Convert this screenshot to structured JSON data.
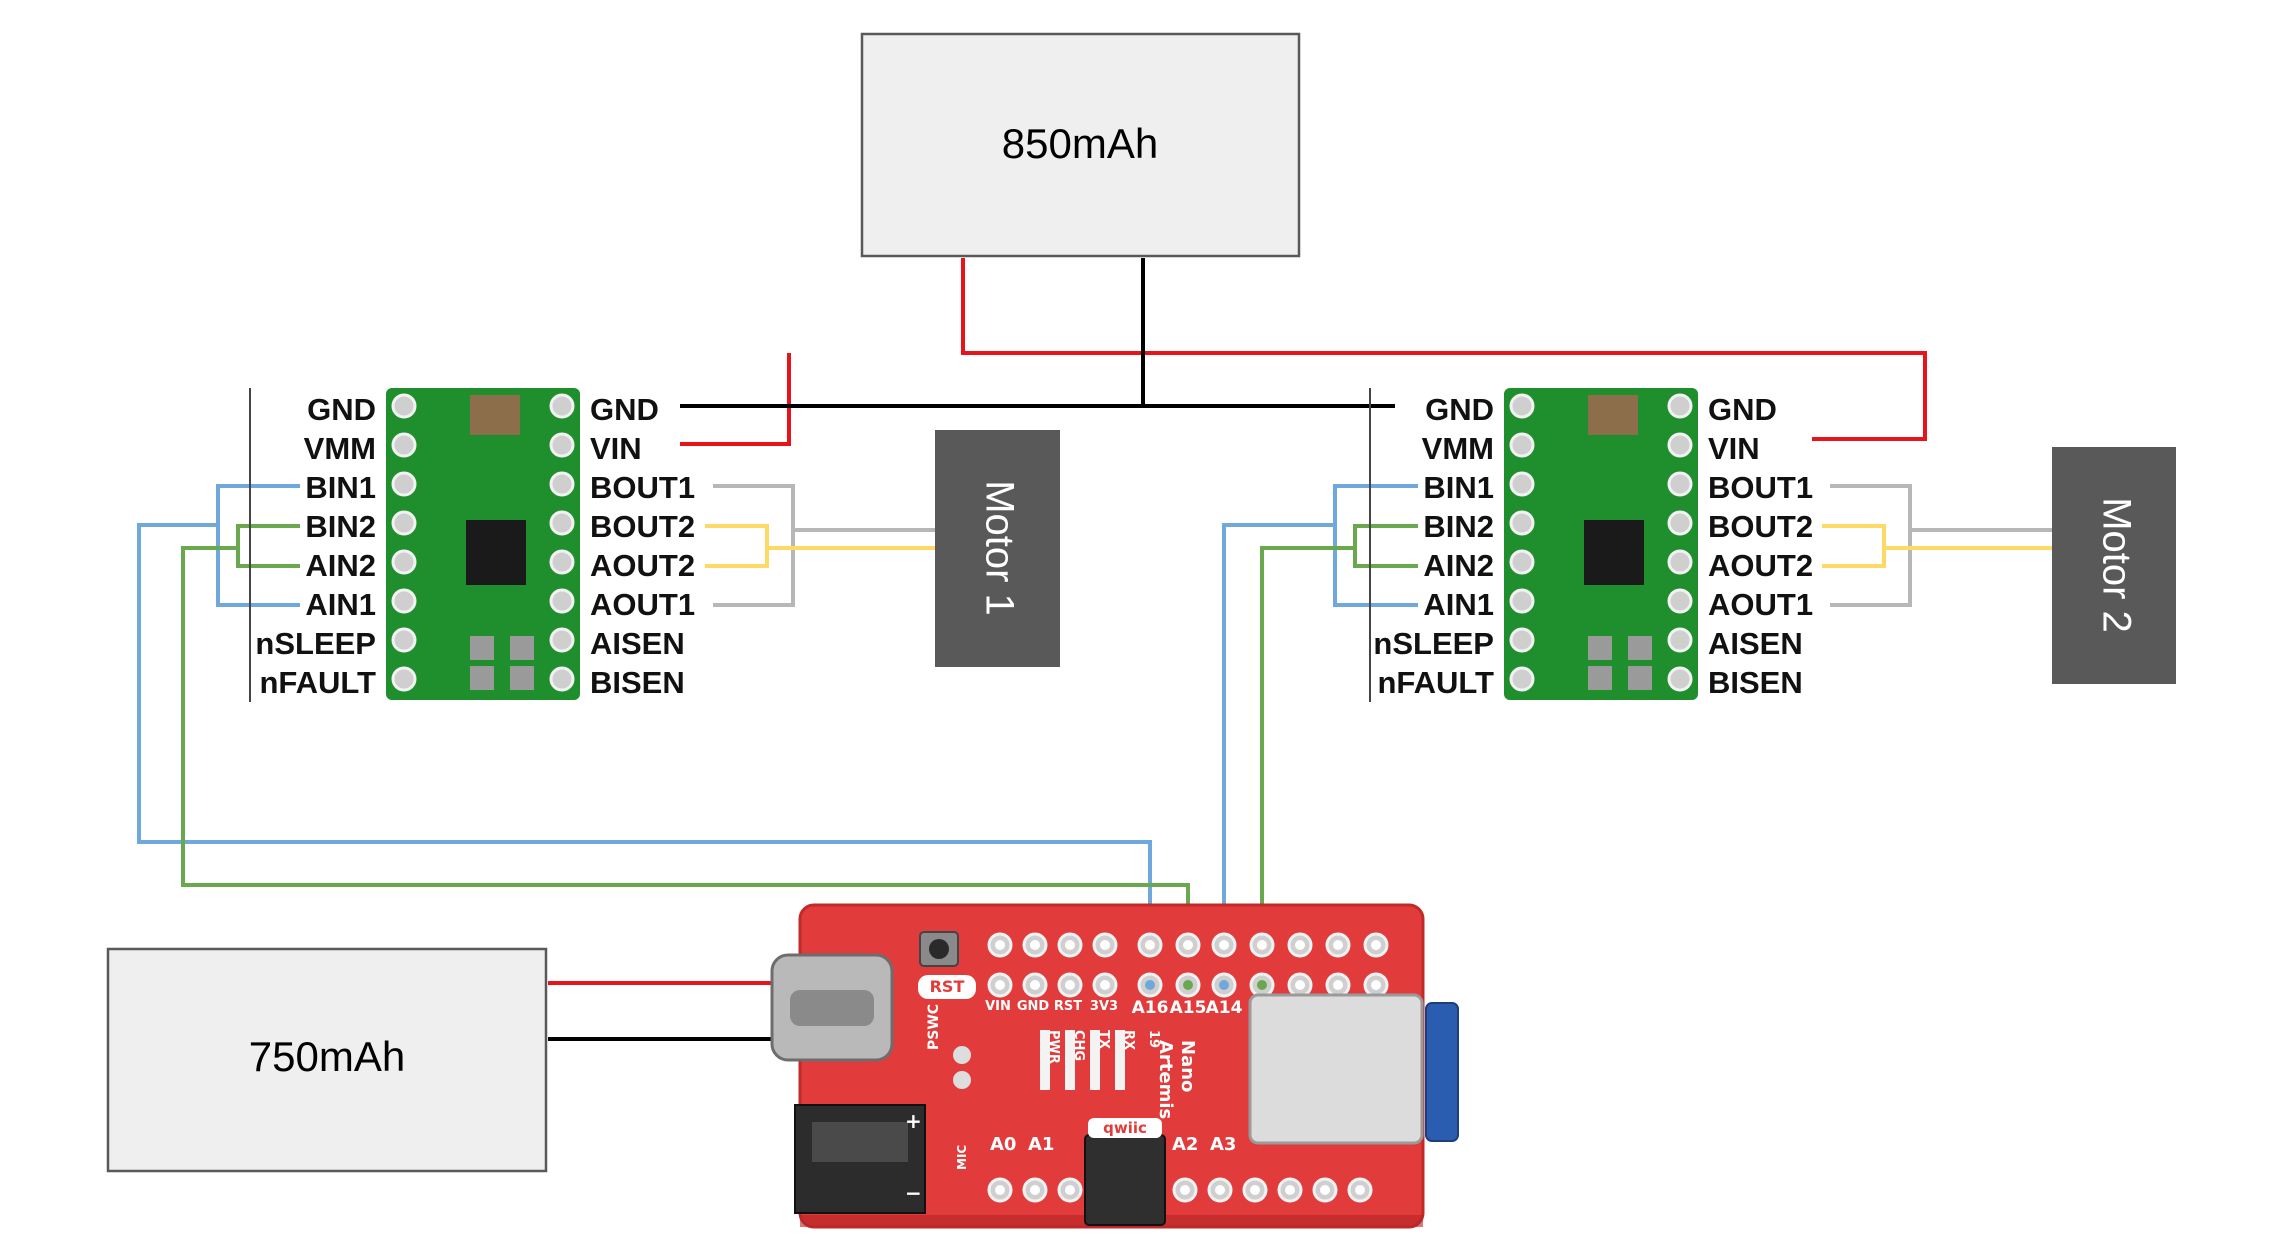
{
  "batteries": {
    "main": {
      "label": "850mAh"
    },
    "mcu": {
      "label": "750mAh"
    }
  },
  "motors": {
    "m1": {
      "label": "Motor 1"
    },
    "m2": {
      "label": "Motor 2"
    }
  },
  "driver_pins": {
    "left": [
      "GND",
      "VMM",
      "BIN1",
      "BIN2",
      "AIN2",
      "AIN1",
      "nSLEEP",
      "nFAULT"
    ],
    "right": [
      "GND",
      "VIN",
      "BOUT1",
      "BOUT2",
      "AOUT2",
      "AOUT1",
      "AISEN",
      "BISEN"
    ]
  },
  "board": {
    "pin_labels_top": [
      "VIN",
      "GND",
      "RST",
      "3V3",
      "A16",
      "A15",
      "A14"
    ],
    "rst_label": "RST",
    "side_labels": [
      "PWR",
      "CHG",
      "TX",
      "RX",
      "19"
    ],
    "name_line1": "Artemis",
    "name_line2": "Nano",
    "pswc_label": "PSWC",
    "mic_label": "MIC",
    "bottom_labels": [
      "A0",
      "A1",
      "A2",
      "A3"
    ],
    "qwiic_label": "qwiic"
  },
  "wire_colors": {
    "power": "#e8141b",
    "ground": "#000000",
    "bin": "#6fa8dc",
    "ain": "#6aa84f",
    "motor_a": "#b7b7b7",
    "motor_b": "#ffd966"
  }
}
